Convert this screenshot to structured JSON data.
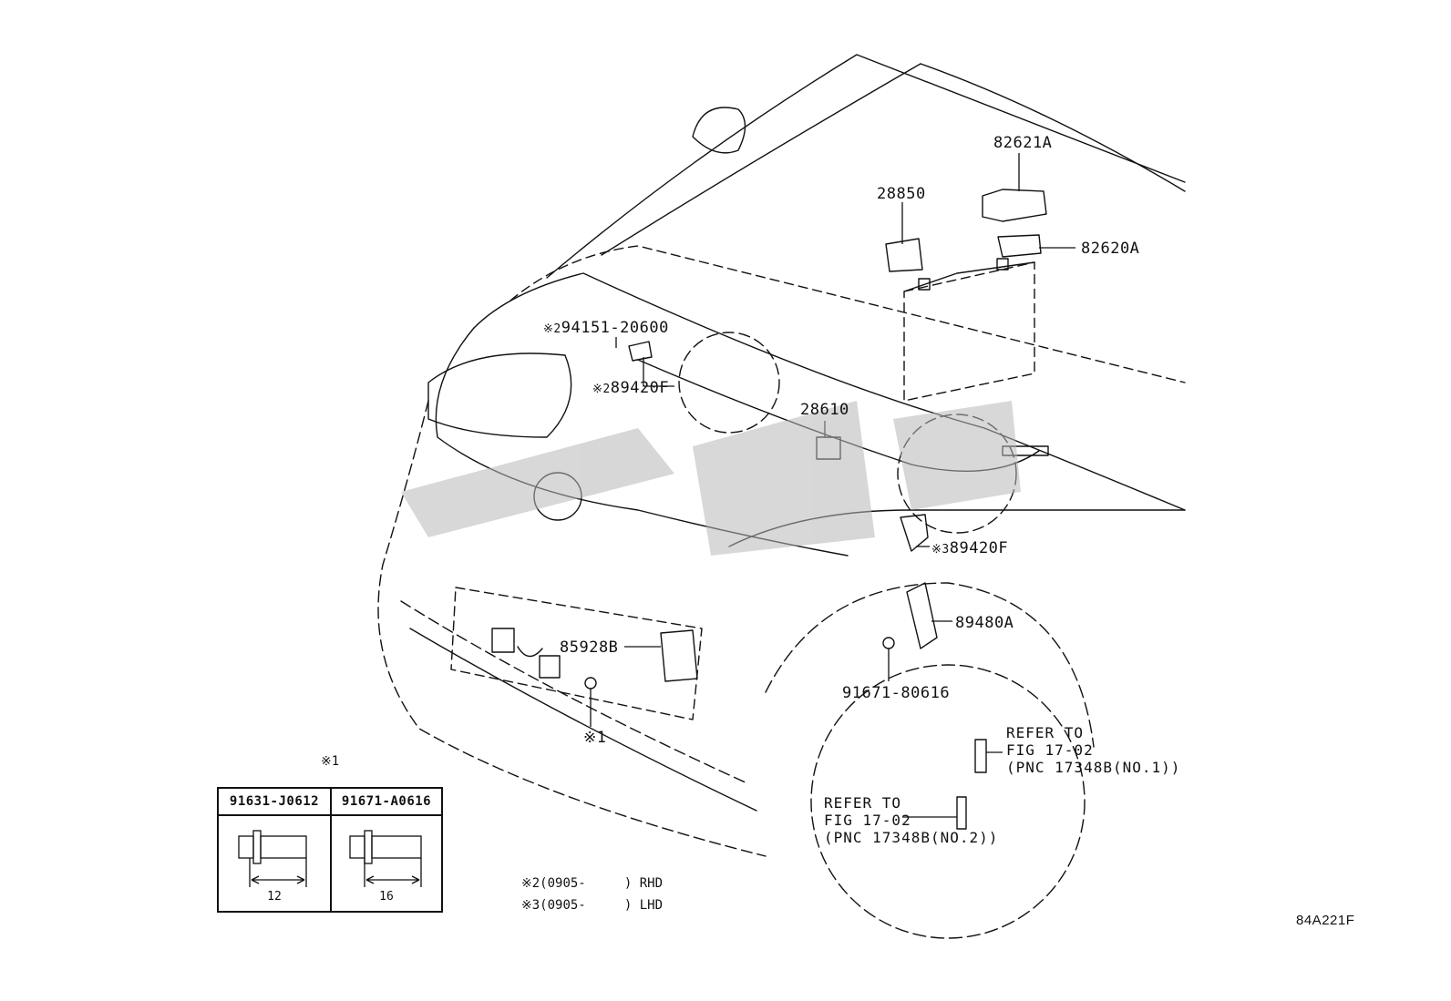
{
  "parts": [
    {
      "id": "p1",
      "number": "82621A"
    },
    {
      "id": "p2",
      "number": "28850"
    },
    {
      "id": "p3",
      "number": "82620A"
    },
    {
      "id": "p4",
      "number": "94151-20600",
      "mark": "※2"
    },
    {
      "id": "p5",
      "number": "89420F",
      "mark": "※2"
    },
    {
      "id": "p6",
      "number": "28610"
    },
    {
      "id": "p7",
      "number": "89420F",
      "mark": "※3"
    },
    {
      "id": "p8",
      "number": "89480A"
    },
    {
      "id": "p9",
      "number": "85928B"
    },
    {
      "id": "p10",
      "number": "91671-80616"
    },
    {
      "id": "p11",
      "mark": "※1"
    }
  ],
  "references": [
    {
      "id": "ref1",
      "text": "REFER TO\nFIG 17-02\n(PNC 17348B(NO.1))"
    },
    {
      "id": "ref2",
      "text": "REFER TO\nFIG 17-02\n(PNC 17348B(NO.2))"
    }
  ],
  "fastener_table": {
    "mark": "※1",
    "columns": [
      {
        "part": "91631-J0612",
        "dimension": "12"
      },
      {
        "part": "91671-A0616",
        "dimension": "16"
      }
    ]
  },
  "legend": [
    {
      "text": "※2(0905-     ) RHD"
    },
    {
      "text": "※3(0905-     ) LHD"
    }
  ],
  "figure_code": "84A221F"
}
